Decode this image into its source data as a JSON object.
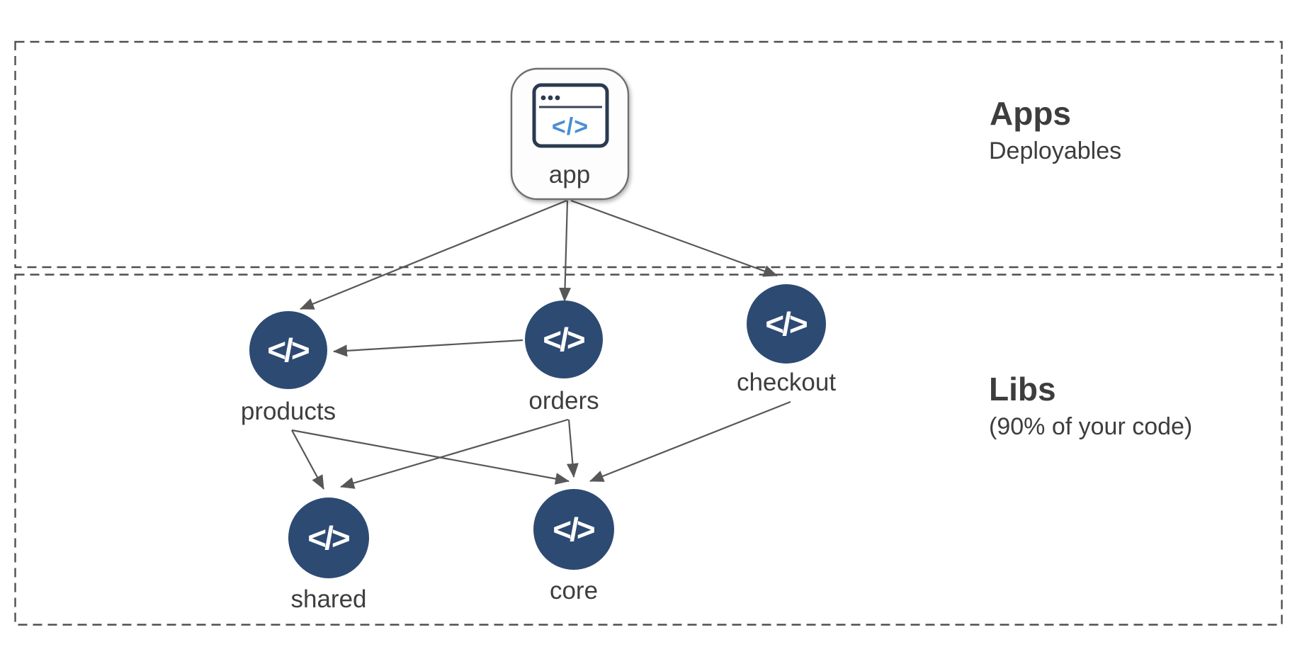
{
  "diagram": {
    "sections": {
      "apps": {
        "title": "Apps",
        "subtitle": "Deployables"
      },
      "libs": {
        "title": "Libs",
        "subtitle": "(90% of your code)"
      }
    },
    "nodes": {
      "app": {
        "label": "app",
        "icon": "browser-code-icon",
        "glyph": "</>"
      },
      "products": {
        "label": "products",
        "icon": "code-icon",
        "glyph": "</>"
      },
      "orders": {
        "label": "orders",
        "icon": "code-icon",
        "glyph": "</>"
      },
      "checkout": {
        "label": "checkout",
        "icon": "code-icon",
        "glyph": "</>"
      },
      "shared": {
        "label": "shared",
        "icon": "code-icon",
        "glyph": "</>"
      },
      "core": {
        "label": "core",
        "icon": "code-icon",
        "glyph": "</>"
      }
    },
    "edges": [
      {
        "from": "app",
        "to": "products"
      },
      {
        "from": "app",
        "to": "orders"
      },
      {
        "from": "app",
        "to": "checkout"
      },
      {
        "from": "orders",
        "to": "products"
      },
      {
        "from": "products",
        "to": "shared"
      },
      {
        "from": "products",
        "to": "core"
      },
      {
        "from": "orders",
        "to": "shared"
      },
      {
        "from": "orders",
        "to": "core"
      },
      {
        "from": "checkout",
        "to": "core"
      }
    ],
    "colors": {
      "background": "#ffffff",
      "lib_node_fill": "#2d4a73",
      "node_glyph": "#ffffff",
      "app_icon_stroke": "#2b3a50",
      "app_icon_glyph": "#4a8ed2",
      "edge": "#575757",
      "dashed_border": "#4f4f4f",
      "text": "#3d3d3d"
    }
  }
}
